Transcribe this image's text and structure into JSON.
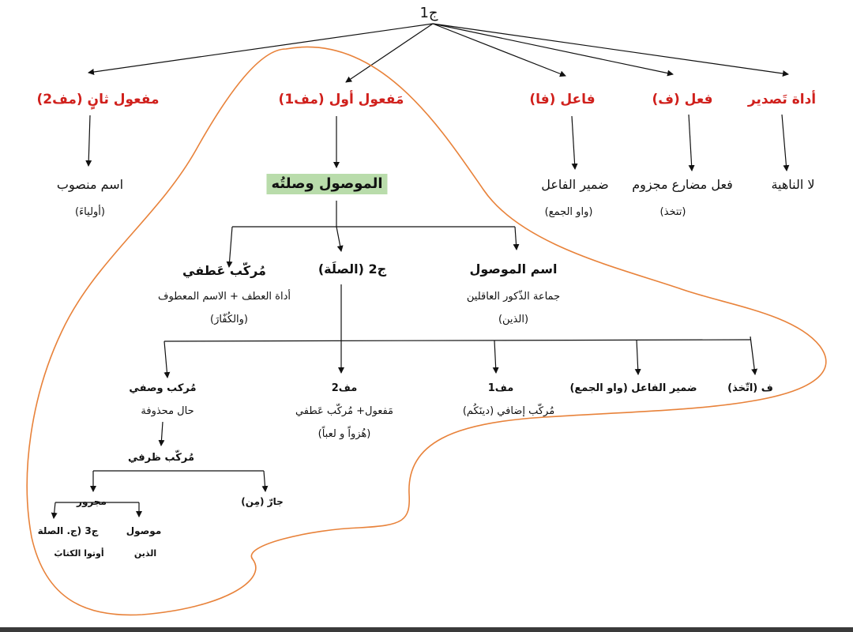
{
  "colors": {
    "accent": "#d0201c",
    "curve": "#e8823a",
    "highlight": "#b9dcab"
  },
  "root": "ج1",
  "top": [
    {
      "label": "أداة تَصدير",
      "value": "لا الناهية"
    },
    {
      "label": "فعل (ف)",
      "value": "فعل مضارع مجزوم",
      "example": "(تتخذ)"
    },
    {
      "label": "فاعل (فا)",
      "value": "ضمير الفاعل",
      "example": "(واو الجمع)"
    },
    {
      "label": "مَفعول أول (مف1)",
      "value": "الموصول وصلتُه"
    },
    {
      "label": "مفعول ثانٍ (مف2)",
      "value": "اسم منصوب",
      "example": "(أولياءَ)"
    }
  ],
  "level2": [
    {
      "title": "اسم الموصول",
      "desc": "جماعة الذّكور العاقلين",
      "example": "(الذين)"
    },
    {
      "title": "ج2 (الصلَة)"
    },
    {
      "title": "مُركّب عَطفي",
      "desc": "أداة العطف + الاسم المعطوف",
      "example": "(والكُفّارَ)"
    }
  ],
  "level3": [
    {
      "title": "ف (اتّخذ)"
    },
    {
      "title": "ضمير الفاعل (واو الجمع)"
    },
    {
      "title": "مف1",
      "desc": "مُركّب إضافي (دينَكُم)"
    },
    {
      "title": "مف2",
      "desc": "مَفعول+ مُركّب عَطفي",
      "example": "(هُزواً و لعباً)"
    },
    {
      "title": "مُركب وصفي",
      "desc": "حال محذوفة"
    }
  ],
  "level4": {
    "title": "مُركّب ظرفي"
  },
  "level5": [
    {
      "title": "جارّ (مِن)"
    },
    {
      "title": "مجرور"
    }
  ],
  "level6": [
    {
      "title": "موصول",
      "example": "الذين"
    },
    {
      "title": "ج3 (ج. الصلة",
      "example": "أوتوا الكتابَ"
    }
  ]
}
